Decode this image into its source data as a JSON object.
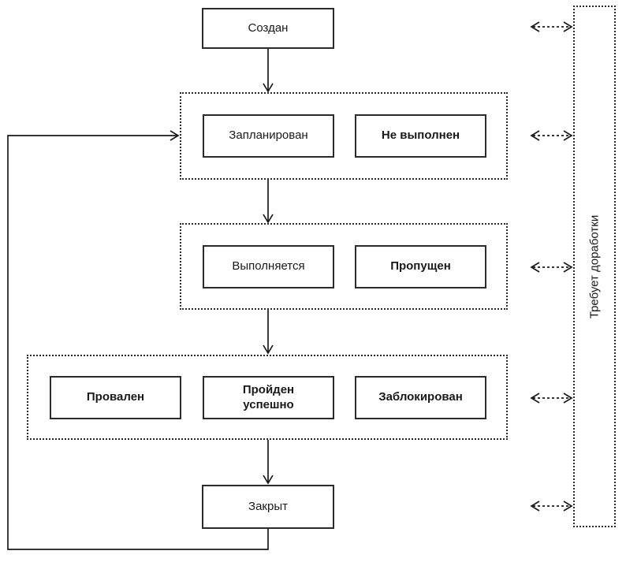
{
  "diagram": {
    "nodes": {
      "created": "Создан",
      "planned": "Запланирован",
      "not_executed": "Не выполнен",
      "in_progress": "Выполняется",
      "skipped": "Пропущен",
      "failed": "Провален",
      "passed": "Пройден\nуспешно",
      "blocked": "Заблокирован",
      "closed": "Закрыт"
    },
    "side_panel_label": "Требует доработки",
    "colors": {
      "line": "#1a1a1a",
      "box_border": "#2b2b2b",
      "background": "#ffffff"
    }
  }
}
